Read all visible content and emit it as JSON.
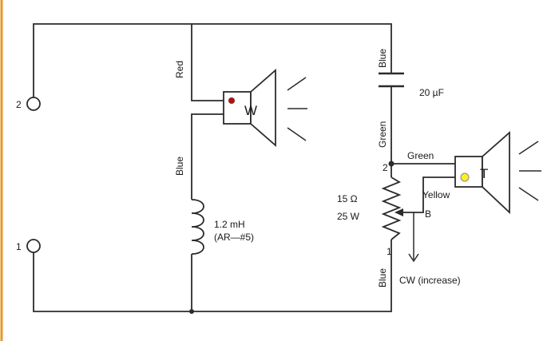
{
  "terminals": {
    "top": "2",
    "bottom": "1"
  },
  "woofer": {
    "wire_top": "Red",
    "wire_bottom": "Blue",
    "label": "W",
    "dot_color": "#a01818"
  },
  "inductor": {
    "value": "1.2 mH",
    "part": "(AR—#5)"
  },
  "capacitor": {
    "wire_top": "Blue",
    "wire_bottom": "Green",
    "value": "20 µF"
  },
  "pot": {
    "resistance": "15 Ω",
    "power": "25 W",
    "pin_top": "2",
    "pin_bottom": "1",
    "wiper": "B",
    "wire_bottom": "Blue",
    "rotation": "CW (increase)"
  },
  "tweeter": {
    "wire_top": "Green",
    "wire_wiper": "Yellow",
    "label": "T",
    "dot_color": "#ffee22"
  },
  "colors": {
    "frame": "#e6982a",
    "wire": "#2b2b2b"
  }
}
